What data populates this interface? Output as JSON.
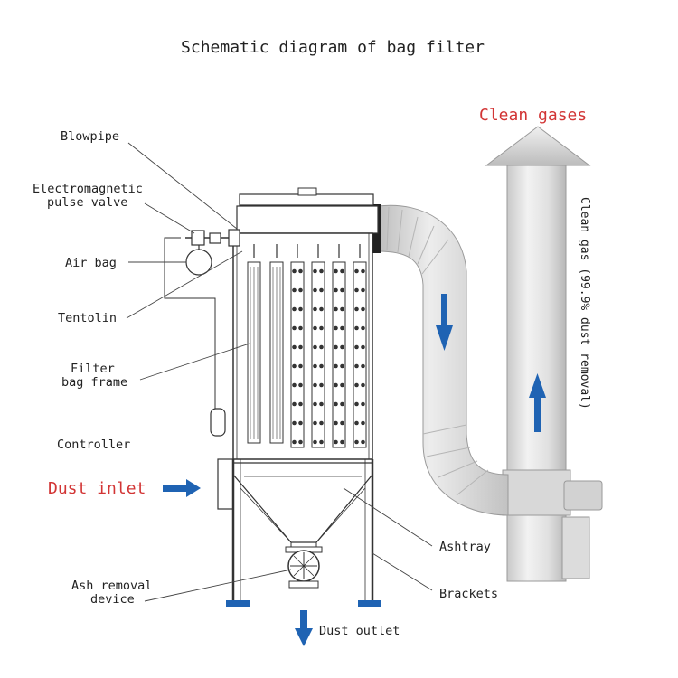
{
  "title": "Schematic diagram of bag filter",
  "labels": {
    "blowpipe": "Blowpipe",
    "pulse_valve_1": "Electromagnetic",
    "pulse_valve_2": "pulse valve",
    "air_bag": "Air bag",
    "tentolin": "Tentolin",
    "filter_bag_frame_1": "Filter",
    "filter_bag_frame_2": "bag frame",
    "controller": "Controller",
    "dust_inlet": "Dust inlet",
    "ash_removal_1": "Ash removal",
    "ash_removal_2": "device",
    "dust_outlet": "Dust outlet",
    "ashtray": "Ashtray",
    "brackets": "Brackets",
    "clean_gases": "Clean gases",
    "clean_gas_note": "Clean gas (99.9% dust removal)"
  },
  "colors": {
    "text": "#222222",
    "accent_red": "#d23535",
    "arrow_blue": "#1f63b3",
    "line": "#333333",
    "metal_light": "#e8e8e8",
    "metal_mid": "#cfcfcf",
    "metal_dark": "#a8a8a8"
  }
}
